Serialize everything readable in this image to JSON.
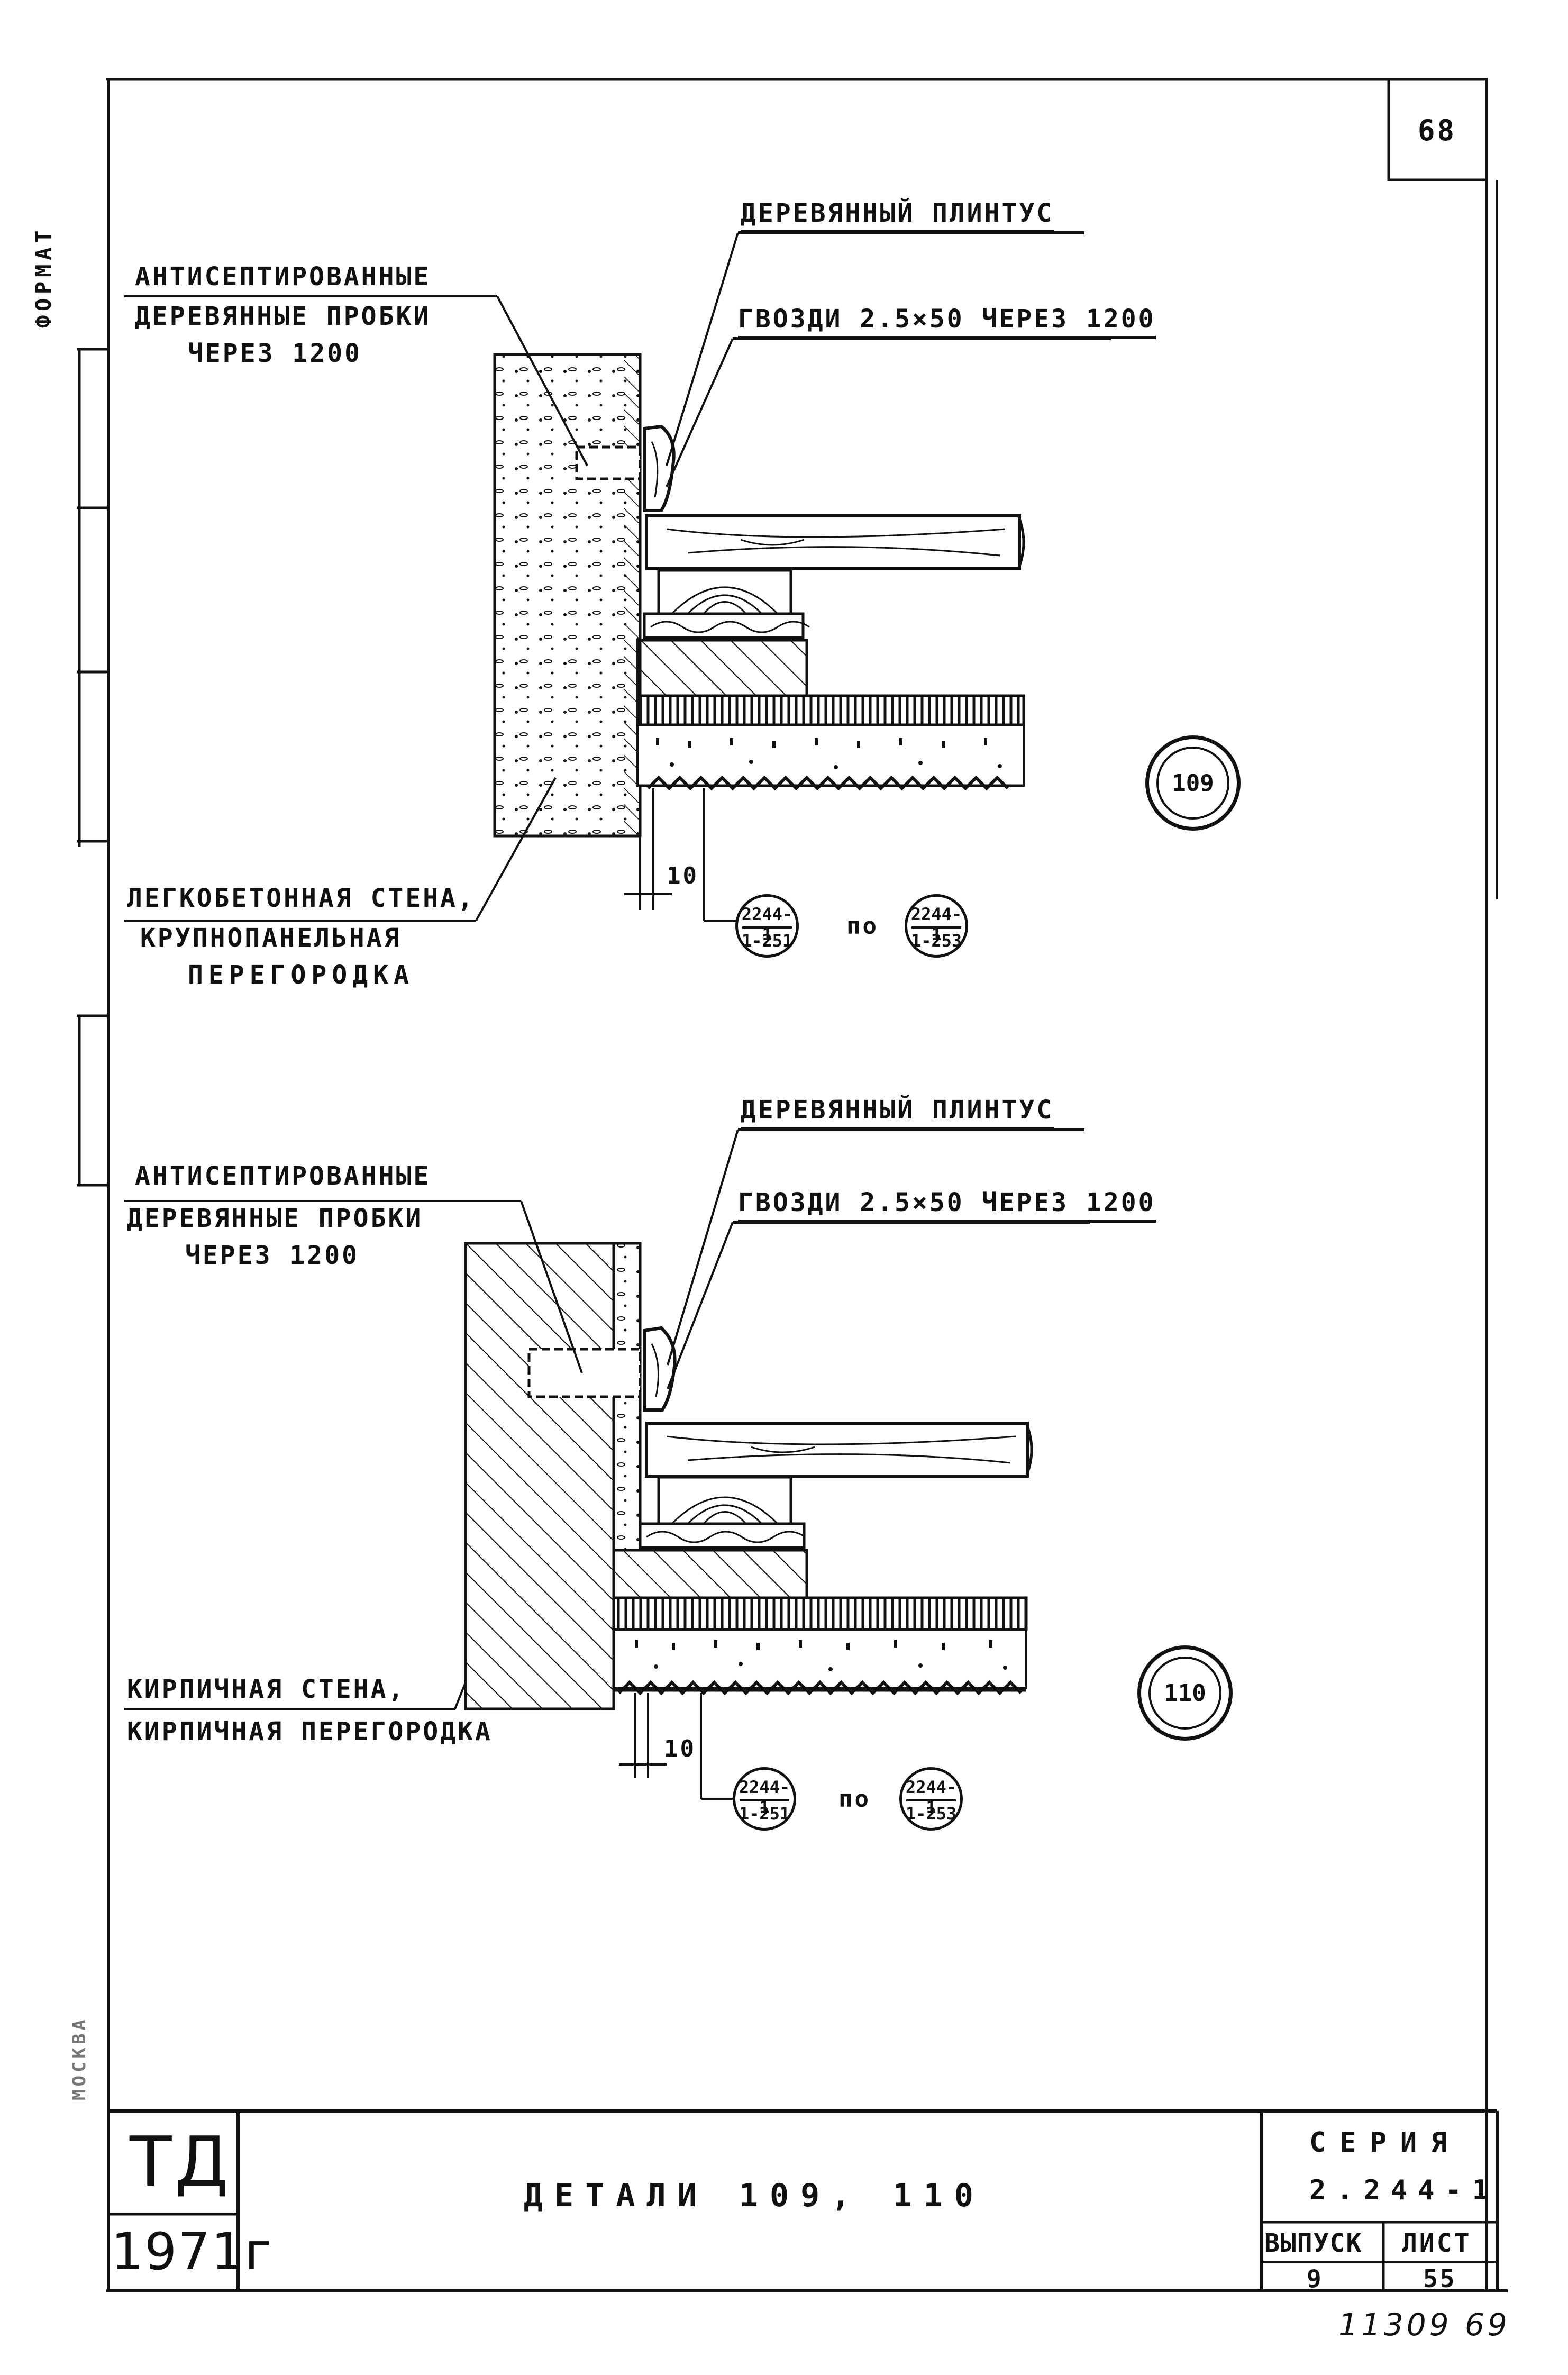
{
  "sheet_no": "68",
  "detail1": {
    "label_plank": "ДЕРЕВЯННЫЙ ПЛИНТУС",
    "label_nails": "ГВОЗДИ 2.5×50 ЧЕРЕЗ 1200",
    "label_plugs_1": "АНТИСЕПТИРОВАННЫЕ",
    "label_plugs_2": "ДЕРЕВЯННЫЕ ПРОБКИ",
    "label_plugs_3": "ЧЕРЕЗ 1200",
    "label_wall_1": "ЛЕГКОБЕТОННАЯ СТЕНА,",
    "label_wall_2": "КРУПНОПАНЕЛЬНАЯ",
    "label_wall_3": "ПЕРЕГОРОДКА",
    "dim": "10",
    "ref1_top": "2244-1",
    "ref1_bottom": "1-251",
    "ref_sep": "по",
    "ref2_top": "2244-1",
    "ref2_bottom": "1-253",
    "number": "109"
  },
  "detail2": {
    "label_plank": "ДЕРЕВЯННЫЙ ПЛИНТУС",
    "label_nails": "ГВОЗДИ 2.5×50 ЧЕРЕЗ 1200",
    "label_plugs_1": "АНТИСЕПТИРОВАННЫЕ",
    "label_plugs_2": "ДЕРЕВЯННЫЕ ПРОБКИ",
    "label_plugs_3": "ЧЕРЕЗ 1200",
    "label_wall_1": "КИРПИЧНАЯ СТЕНА,",
    "label_wall_2": "КИРПИЧНАЯ ПЕРЕГОРОДКА",
    "dim": "10",
    "ref1_top": "2244-1",
    "ref1_bottom": "1-251",
    "ref_sep": "по",
    "ref2_top": "2244-1",
    "ref2_bottom": "1-253",
    "number": "110"
  },
  "side_top": "ФОРМАТ",
  "side_bottom": "МОСКВА",
  "title_block": {
    "org": "ТД",
    "year": "1971г",
    "title": "ДЕТАЛИ 109, 110",
    "series_label": "СЕРИЯ",
    "series": "2.244-1",
    "issue_label": "ВЫПУСК",
    "issue": "9",
    "sheet_label": "ЛИСТ",
    "sheet": "55"
  },
  "footer_code": "11309 69"
}
